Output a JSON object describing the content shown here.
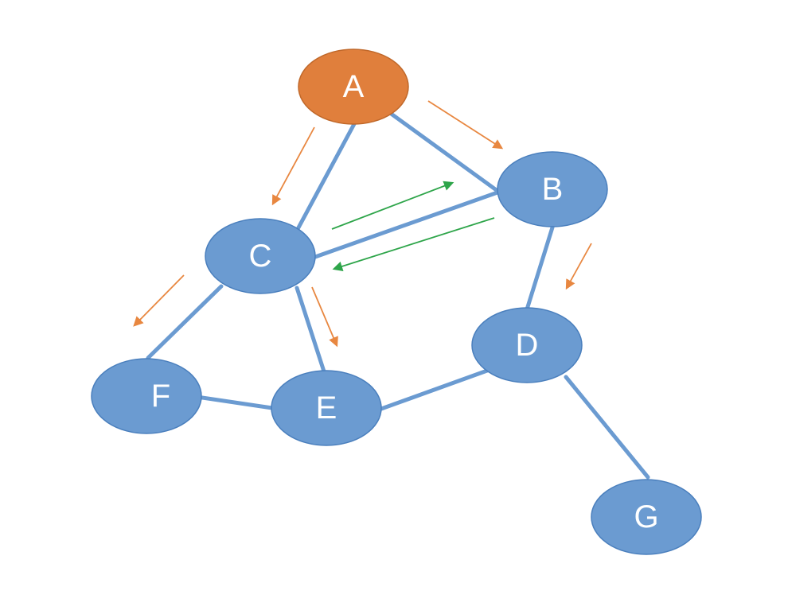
{
  "colors": {
    "node": "#6b9bd1",
    "node_stroke": "#4a7fbd",
    "highlight_node": "#e07f3c",
    "highlight_stroke": "#c0682a",
    "edge": "#6b9bd1",
    "arrow_dfs": "#e88740",
    "arrow_back": "#2ea54a"
  },
  "nodes": [
    {
      "id": "A",
      "label": "A",
      "highlighted": true
    },
    {
      "id": "B",
      "label": "B",
      "highlighted": false
    },
    {
      "id": "C",
      "label": "C",
      "highlighted": false
    },
    {
      "id": "D",
      "label": "D",
      "highlighted": false
    },
    {
      "id": "E",
      "label": "E",
      "highlighted": false
    },
    {
      "id": "F",
      "label": "F",
      "highlighted": false
    },
    {
      "id": "G",
      "label": "G",
      "highlighted": false
    }
  ],
  "edges": [
    {
      "from": "A",
      "to": "B"
    },
    {
      "from": "A",
      "to": "C"
    },
    {
      "from": "B",
      "to": "C"
    },
    {
      "from": "B",
      "to": "D"
    },
    {
      "from": "C",
      "to": "F"
    },
    {
      "from": "C",
      "to": "E"
    },
    {
      "from": "F",
      "to": "E"
    },
    {
      "from": "E",
      "to": "D"
    },
    {
      "from": "D",
      "to": "G"
    }
  ],
  "arrows": [
    {
      "from": "A",
      "to": "B",
      "kind": "dfs"
    },
    {
      "from": "A",
      "to": "C",
      "kind": "dfs"
    },
    {
      "from": "C",
      "to": "B",
      "kind": "back"
    },
    {
      "from": "B",
      "to": "C",
      "kind": "back"
    },
    {
      "from": "C",
      "to": "F",
      "kind": "dfs"
    },
    {
      "from": "C",
      "to": "E",
      "kind": "dfs"
    },
    {
      "from": "B",
      "to": "D",
      "kind": "dfs"
    }
  ]
}
